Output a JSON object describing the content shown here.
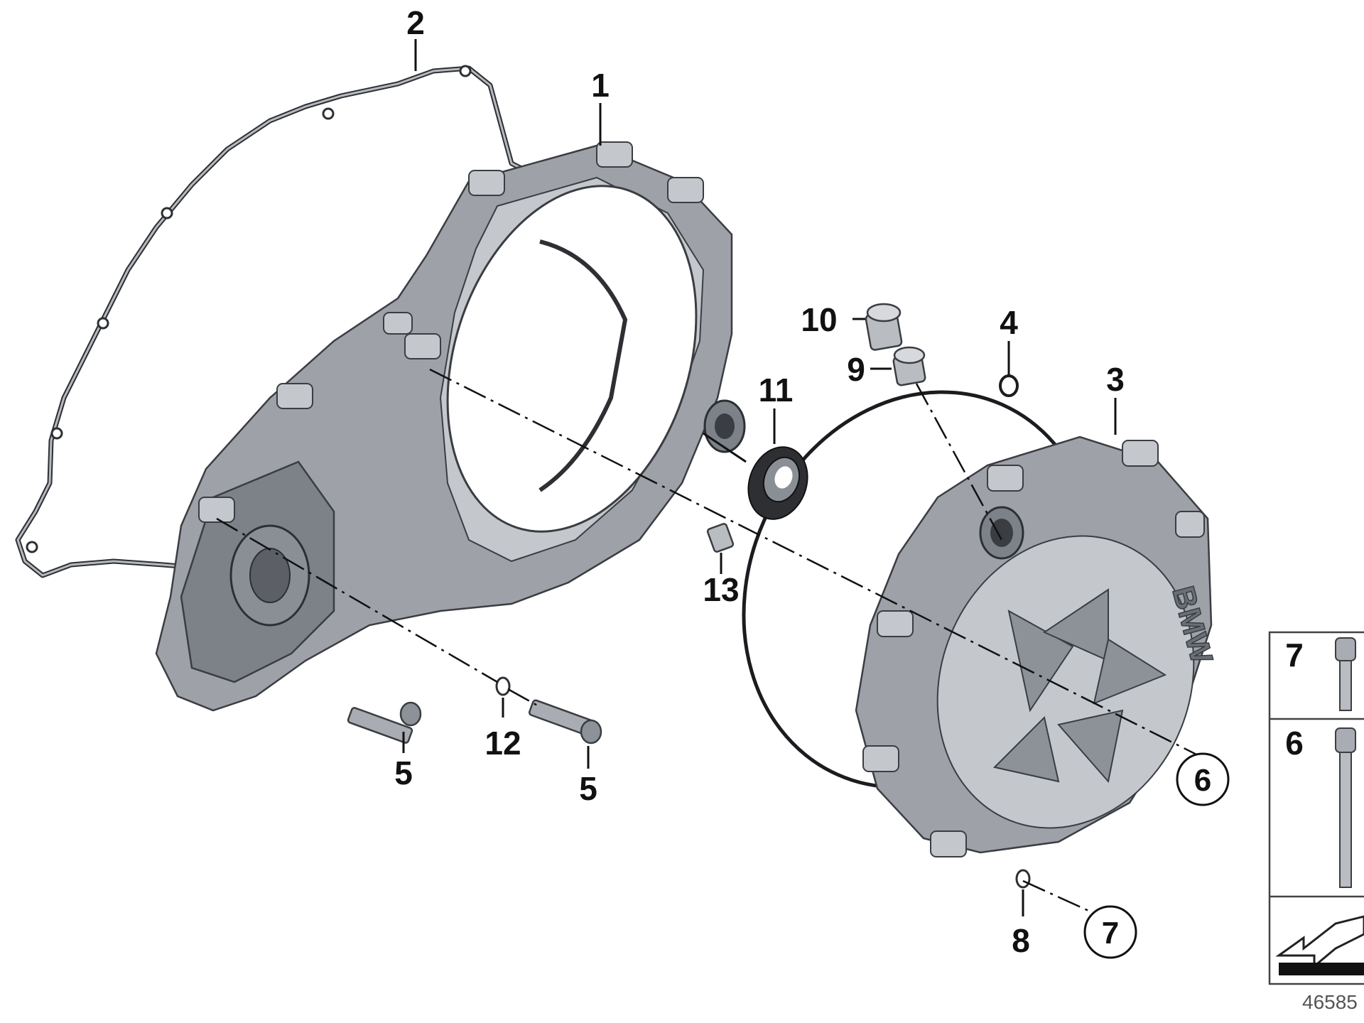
{
  "callouts": [
    {
      "id": "c1",
      "label": "1"
    },
    {
      "id": "c2",
      "label": "2"
    },
    {
      "id": "c3",
      "label": "3"
    },
    {
      "id": "c4",
      "label": "4"
    },
    {
      "id": "c5a",
      "label": "5"
    },
    {
      "id": "c5b",
      "label": "5"
    },
    {
      "id": "c6",
      "label": "6"
    },
    {
      "id": "c7",
      "label": "7"
    },
    {
      "id": "c8",
      "label": "8"
    },
    {
      "id": "c9",
      "label": "9"
    },
    {
      "id": "c10",
      "label": "10"
    },
    {
      "id": "c11",
      "label": "11"
    },
    {
      "id": "c12",
      "label": "12"
    },
    {
      "id": "c13",
      "label": "13"
    }
  ],
  "legend": {
    "rows": [
      {
        "label": "7",
        "part": "short-bolt"
      },
      {
        "label": "6",
        "part": "long-bolt"
      }
    ]
  },
  "reference_number": "46585",
  "colors": {
    "part_metal": "#9ea2a8",
    "outline": "#3a3d42",
    "line": "#111111"
  }
}
